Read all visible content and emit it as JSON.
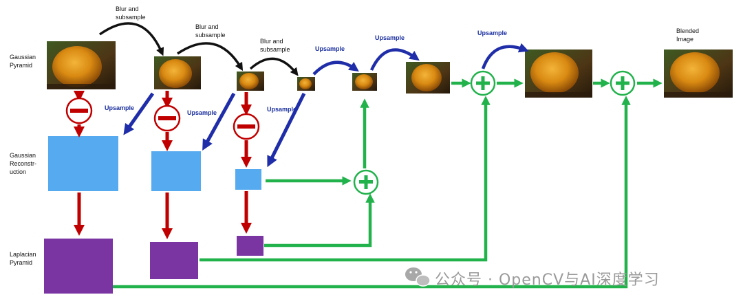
{
  "labels": {
    "row_gaussian_pyramid": [
      "Gaussian",
      "Pyramid"
    ],
    "row_gaussian_reconstruction": [
      "Gaussian",
      "Reconstr-",
      "uction"
    ],
    "row_laplacian_pyramid": [
      "Laplacian",
      "Pyramid"
    ],
    "blur_subsample": [
      "Blur and",
      "subsample"
    ],
    "upsample": "Upsample",
    "blended_image": [
      "Blended",
      "Image"
    ]
  },
  "operators": {
    "minus": "−",
    "plus": "+"
  },
  "watermark": "公众号 · OpenCV与AI深度学习",
  "colors": {
    "down_arrow": "#c00000",
    "upsample_arrow": "#1f2ea8",
    "sum_arrow": "#22b24c",
    "blur_arrow": "#111111",
    "reconstruction_box": "#56aaf0",
    "laplacian_box": "#7a35a3"
  }
}
